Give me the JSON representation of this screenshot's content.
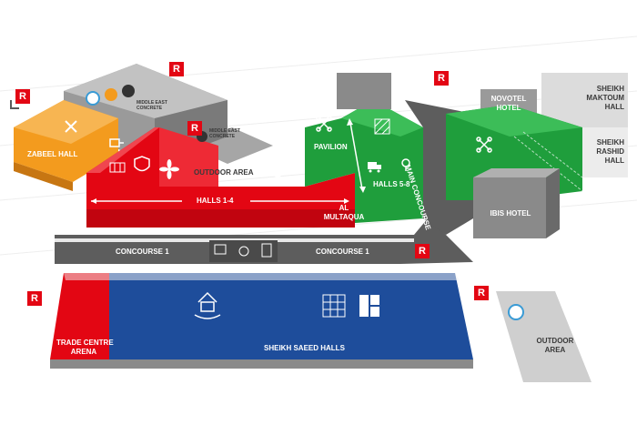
{
  "map": {
    "background_color": "#ffffff",
    "colors": {
      "red": "#e30613",
      "blue": "#1e4d9b",
      "green": "#1f9e3c",
      "orange": "#f39b1e",
      "grey": "#9a9a9a",
      "road": "#5d5d5d"
    },
    "zones": {
      "zabeel_hall": "ZABEEL HALL",
      "outdoor_area_top": "OUTDOOR AREA",
      "halls_1_4": "HALLS 1-4",
      "al_multaqua_line1": "AL",
      "al_multaqua_line2": "MULTAQUA",
      "pavilion": "PAVILION",
      "halls_5_8": "HALLS 5-8",
      "main_concourse": "MAIN CONCOURSE",
      "novotel_line1": "NOVOTEL",
      "novotel_line2": "HOTEL",
      "maktoum_line1": "SHEIKH",
      "maktoum_line2": "MAKTOUM",
      "maktoum_line3": "HALL",
      "rashid_line1": "SHEIKH",
      "rashid_line2": "RASHID",
      "rashid_line3": "HALL",
      "ibis_hotel": "IBIS HOTEL",
      "concourse_1_left": "CONCOURSE 1",
      "concourse_1_right": "CONCOURSE 1",
      "trade_centre_line1": "TRADE CENTRE",
      "trade_centre_line2": "ARENA",
      "sheikh_saeed_halls": "SHEIKH SAEED HALLS",
      "outdoor_area_right_line1": "OUTDOOR",
      "outdoor_area_right_line2": "AREA"
    },
    "logos": {
      "middle_east_concrete_line1": "MIDDLE EAST",
      "middle_east_concrete_line2": "CONCRETE"
    },
    "restaurant_marker": "R",
    "icons": [
      "tools-icon",
      "plug-icon",
      "solar-panel-icon",
      "shield-lock-icon",
      "fan-icon",
      "water-drop-icon",
      "drone-icon",
      "hatch-pattern-icon",
      "truck-icon",
      "lightbulb-icon",
      "house-water-icon",
      "grid-window-icon",
      "panel-icon",
      "monitor-icon",
      "tape-icon",
      "calculator-icon"
    ]
  }
}
